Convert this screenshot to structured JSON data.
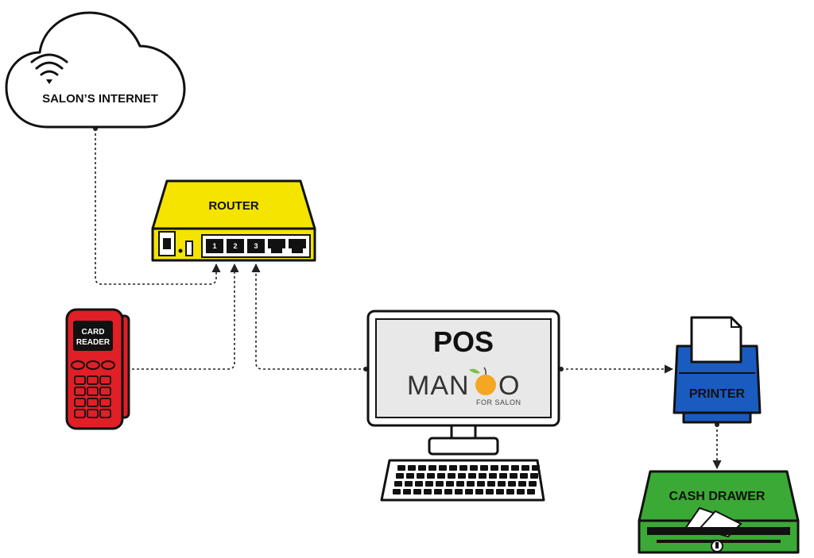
{
  "nodes": {
    "internet": {
      "label": "SALON’S INTERNET"
    },
    "router": {
      "label": "ROUTER",
      "ports": [
        "1",
        "2",
        "3",
        "",
        ""
      ]
    },
    "card_reader": {
      "label_line1": "CARD",
      "label_line2": "READER"
    },
    "pos": {
      "label": "POS",
      "logo_text_left": "MAN",
      "logo_text_right": "O",
      "logo_sub": "FOR SALON"
    },
    "printer": {
      "label": "PRINTER"
    },
    "cash_drawer": {
      "label": "CASH DRAWER"
    }
  },
  "colors": {
    "router": "#f4e400",
    "card_reader": "#e01f26",
    "printer": "#1a5bbf",
    "cash_drawer": "#3ba935",
    "pos_screen": "#e8e8e8",
    "mango": "#f5a623",
    "mango_leaf": "#7cc242"
  }
}
